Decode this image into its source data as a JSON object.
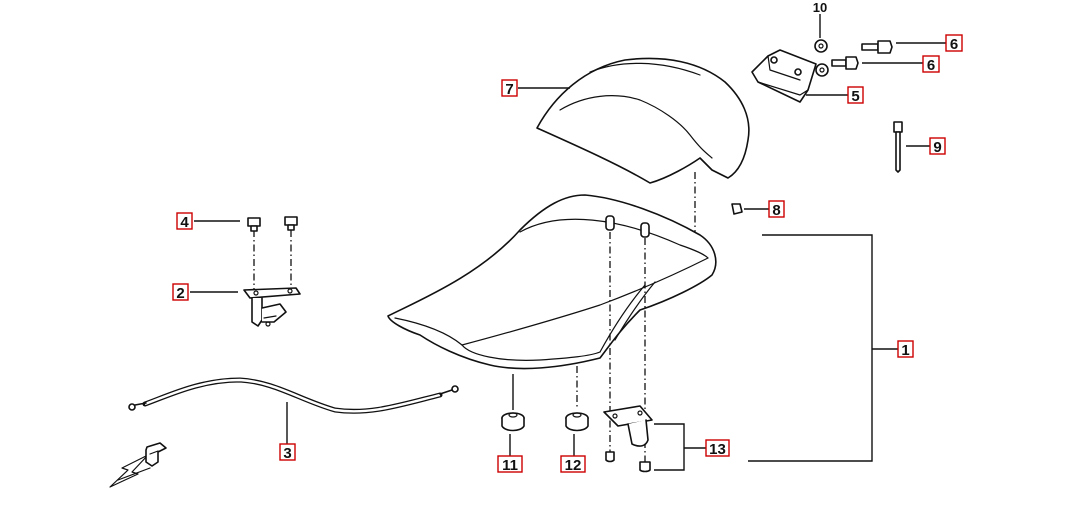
{
  "callouts": {
    "c1": "1",
    "c2": "2",
    "c3": "3",
    "c4": "4",
    "c5": "5",
    "c6a": "6",
    "c6b": "6",
    "c7": "7",
    "c8": "8",
    "c9": "9",
    "c10": "10",
    "c11": "11",
    "c12": "12",
    "c13": "13"
  },
  "colors": {
    "line": "#111111",
    "callout_border": "#cc0000",
    "background": "#ffffff"
  },
  "icons": {
    "front_arrow": "front-direction-arrow-icon"
  }
}
